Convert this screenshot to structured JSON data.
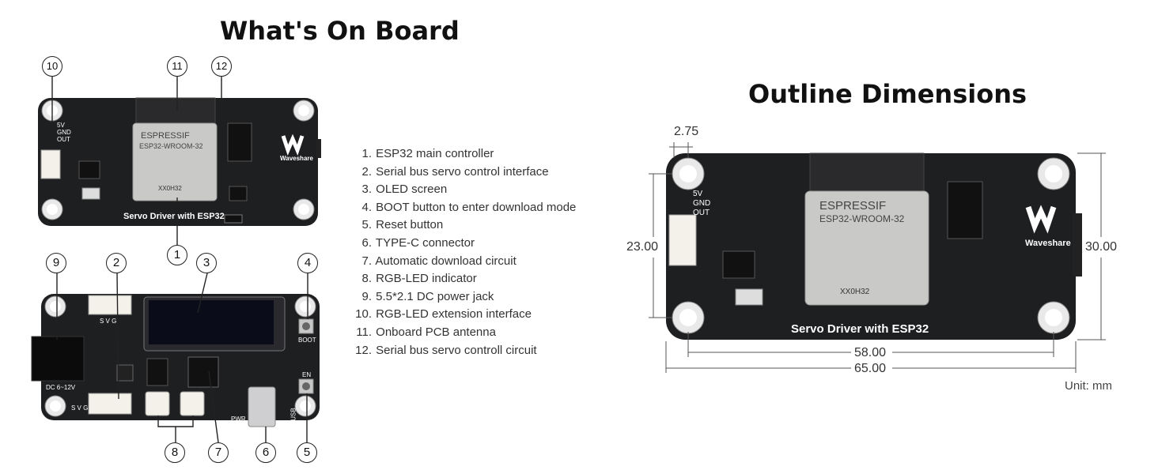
{
  "title_left": "What's On Board",
  "title_right": "Outline Dimensions",
  "features": [
    {
      "num": "1.",
      "text": "ESP32 main controller"
    },
    {
      "num": "2.",
      "text": "Serial bus servo control interface"
    },
    {
      "num": "3.",
      "text": "OLED screen"
    },
    {
      "num": "4.",
      "text": "BOOT button to enter download mode"
    },
    {
      "num": "5.",
      "text": "Reset button"
    },
    {
      "num": "6.",
      "text": "TYPE-C connector"
    },
    {
      "num": "7.",
      "text": "Automatic download circuit"
    },
    {
      "num": "8.",
      "text": "RGB-LED indicator"
    },
    {
      "num": "9.",
      "text": "5.5*2.1 DC power jack"
    },
    {
      "num": "10.",
      "text": "RGB-LED extension interface"
    },
    {
      "num": "11.",
      "text": "Onboard PCB antenna"
    },
    {
      "num": "12.",
      "text": "Serial bus servo controll circuit"
    }
  ],
  "callouts": [
    "1",
    "2",
    "3",
    "4",
    "5",
    "6",
    "7",
    "8",
    "9",
    "10",
    "11",
    "12"
  ],
  "board_text": {
    "module_brand": "ESPRESSIF",
    "module_model": "ESP32-WROOM-32",
    "module_id": "XX0H32",
    "board_name": "Servo Driver with ESP32",
    "logo_text": "Waveshare",
    "power_labels": [
      "5V",
      "GND",
      "OUT"
    ],
    "servo_pins": "S V G",
    "dc_label": "DC 6~12V",
    "boot_label": "BOOT",
    "en_label": "EN",
    "pwr_label": "PWR",
    "usb_label": "USB"
  },
  "dimensions": {
    "hole_offset": "2.75",
    "hole_span_h": "23.00",
    "height": "30.00",
    "hole_span_w": "58.00",
    "width": "65.00",
    "unit": "Unit: mm"
  }
}
